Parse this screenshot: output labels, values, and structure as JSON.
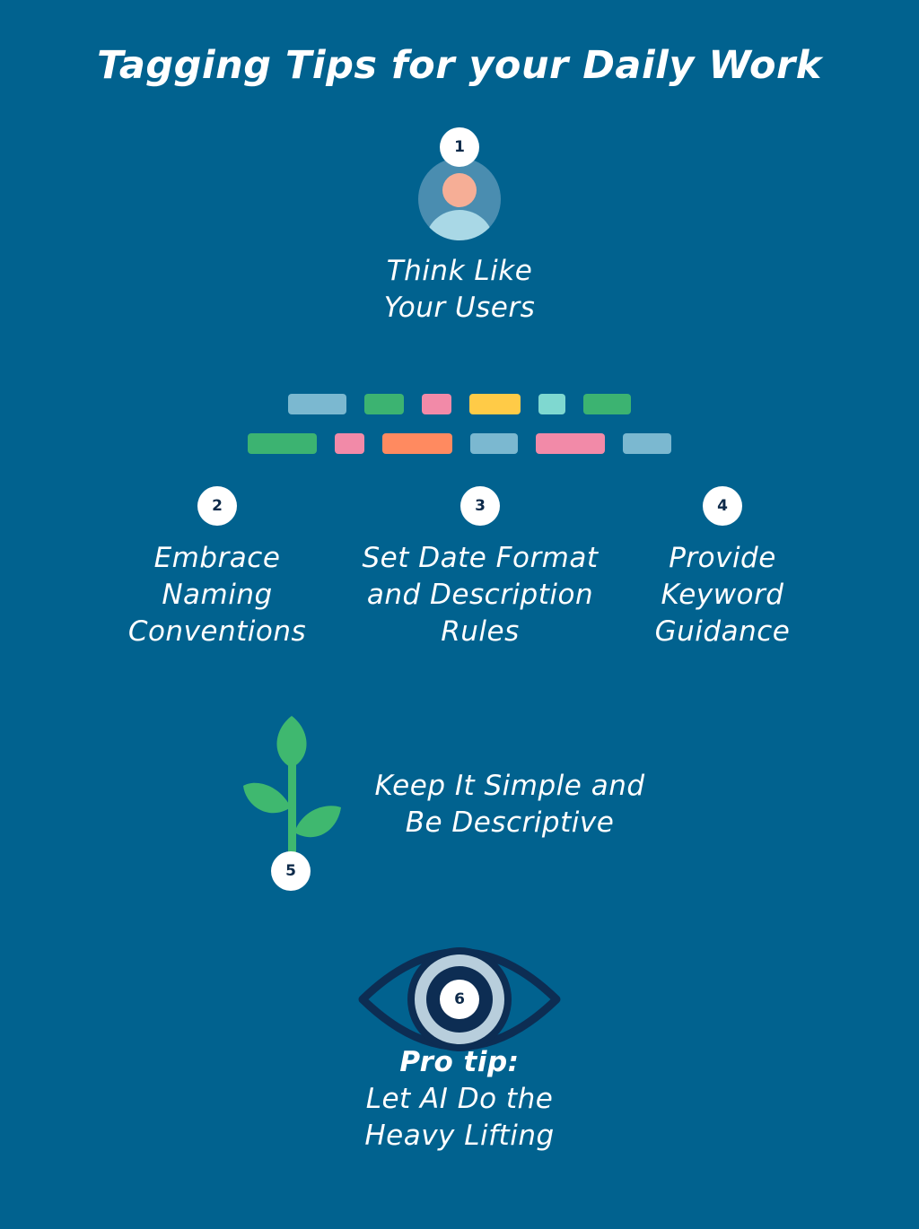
{
  "title": "Tagging Tips for your Daily Work",
  "tips": [
    {
      "number": "1",
      "lines": [
        "Think Like",
        "Your Users"
      ],
      "icon": "user-avatar-icon"
    },
    {
      "number": "2",
      "lines": [
        "Embrace",
        "Naming",
        "Conventions"
      ]
    },
    {
      "number": "3",
      "lines": [
        "Set Date Format",
        "and Description",
        "Rules"
      ]
    },
    {
      "number": "4",
      "lines": [
        "Provide",
        "Keyword",
        "Guidance"
      ]
    },
    {
      "number": "5",
      "lines": [
        "Keep It Simple and",
        "Be Descriptive"
      ],
      "icon": "sprout-icon"
    },
    {
      "number": "6",
      "heading": "Pro tip:",
      "lines": [
        "Let AI Do the",
        "Heavy Lifting"
      ],
      "icon": "eye-icon"
    }
  ],
  "tag_icon": "tag-chips-icon",
  "colors": {
    "background": "#01628F",
    "badge": "#FFFFFF",
    "badge_text": "#0D2A4A",
    "avatar_ring": "#4A8DB0",
    "avatar_head": "#F6AE96",
    "avatar_body": "#A9D8E6",
    "leaf": "#3FB86F",
    "eye_outline": "#0D2D53",
    "eye_iris": "#B8CEDC",
    "tag_blue": "#7BB8D0",
    "tag_green": "#3CB371",
    "tag_pink": "#F28AA8",
    "tag_yellow": "#FFCB47",
    "tag_teal": "#7FD8D0",
    "tag_orange": "#FF8A60"
  }
}
